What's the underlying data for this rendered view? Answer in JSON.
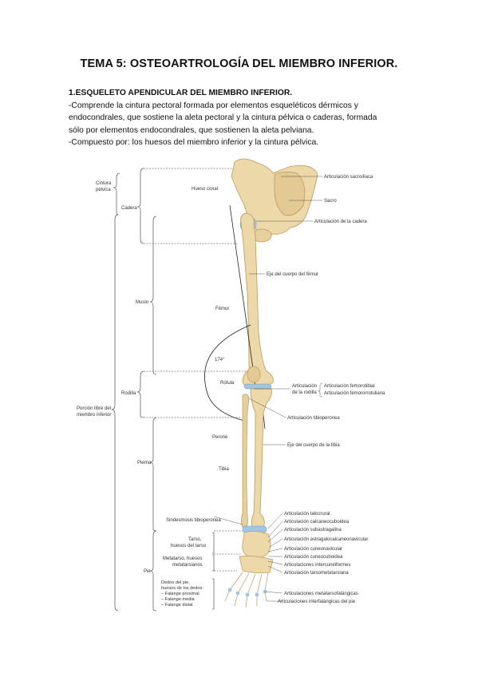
{
  "title": "TEMA 5: OSTEOARTROLOGÍA DEL MIEMBRO INFERIOR.",
  "section": {
    "heading": "1.ESQUELETO APENDICULAR DEL MIEMBRO INFERIOR.",
    "lines": [
      "-Comprende la cintura pectoral formada por elementos esqueléticos dérmicos y",
      "endocondrales, que sostiene la aleta pectoral y la cintura pélvica o caderas, formada",
      "sólo por elementos endocondrales, que sostienen la aleta pelviana.",
      "-Compuesto por: los huesos del miembro inferior y la cintura pélvica."
    ]
  },
  "figure": {
    "left_labels": {
      "cintura_pelvica_1": "Cintura",
      "cintura_pelvica_2": "pélvica",
      "cadera": "Cadera",
      "muslo": "Muslo",
      "rodilla": "Rodilla",
      "porcion_1": "Porción libre del",
      "porcion_2": "miembro inferior",
      "pierna": "Pierna",
      "pie": "Pie",
      "tarso_1": "Tarso,",
      "tarso_2": "huesos del tarso",
      "metatarso_1": "Metatarso, huesos",
      "metatarso_2": "metatarsianos",
      "dedos_1": "Dedos del pie,",
      "dedos_2": "huesos de los dedos:",
      "dedos_3": "– Falange proximal",
      "dedos_4": "– Falange media",
      "dedos_5": "– Falange distal"
    },
    "inner_labels": {
      "hueso_coxal": "Hueso coxal",
      "femur": "Fémur",
      "angle": "174°",
      "rotula": "Rótula",
      "perone": "Peroné",
      "tibia": "Tibia",
      "sindesmosis": "Sindesmosis tibioperonea"
    },
    "right_labels": {
      "sacroiliaca": "Articulación sacroilíaca",
      "sacro": "Sacro",
      "cadera": "Articulación de la cadera",
      "eje_femur": "Eje del cuerpo del fémur",
      "rodilla_1": "Articulación",
      "rodilla_2": "de la rodilla",
      "femorotibial": "Articulación femorotibial",
      "femororrotuliana": "Articulación femororrotuliana",
      "tibioperonea": "Articulación tibioperonea",
      "eje_tibia": "Eje del cuerpo de la tibia",
      "talocrural": "Articulación talocrural",
      "calcaneocuboidea": "Articulación calcaneocuboidea",
      "subastragalina": "Articulación subastragalina",
      "astragalocalcaneonavicular": "Articulación astragalocalcaneonavicular",
      "cuneonavicular": "Articulación cuneonavicular",
      "cuneocuboidea": "Articulación cuneocuboidea",
      "intercuneiformes": "Articulaciones intercuneiformes",
      "tarsometatarsiana": "Articulación tarsometatarsiana",
      "metatarsofalangicas": "Articulaciones metatarsofalángicas",
      "interfalangicas": "Articulaciones interfalángicas del pie"
    },
    "colors": {
      "bone": "#ecd8a9",
      "bone_edge": "#b99a5f",
      "joint": "#9fc6e3",
      "line": "#333333"
    }
  }
}
